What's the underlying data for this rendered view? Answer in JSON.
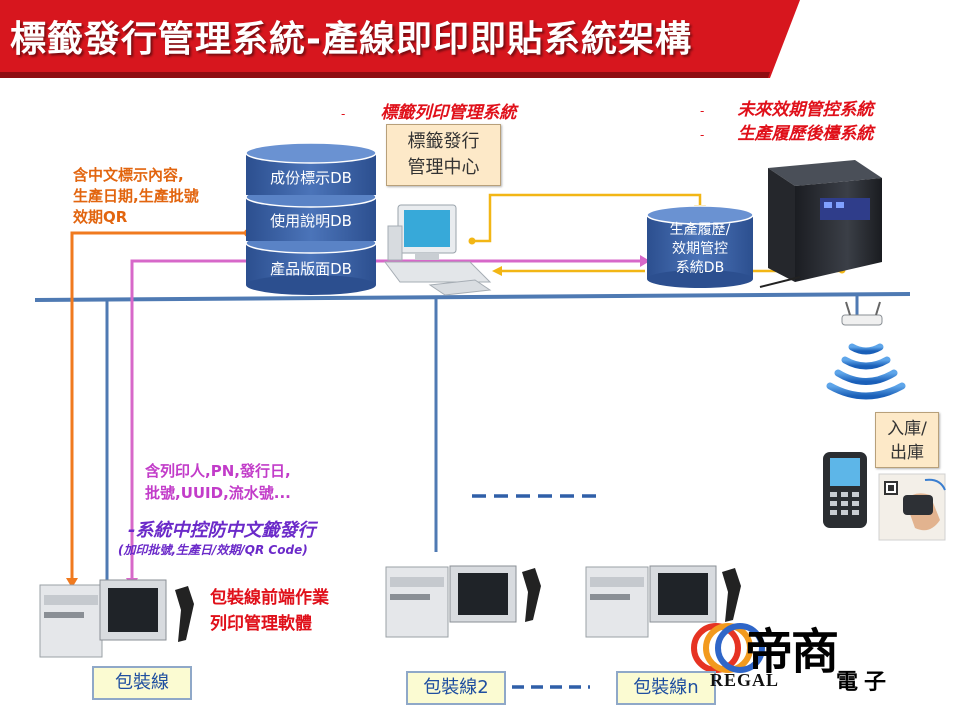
{
  "header": {
    "title": "標籤發行管理系統-產線即印即貼系統架構"
  },
  "systems": {
    "left": {
      "dash": "-",
      "label": "標籤列印管理系統"
    },
    "right": [
      {
        "dash": "-",
        "label": "未來效期管控系統"
      },
      {
        "dash": "-",
        "label": "生產履歷後檯系統"
      }
    ]
  },
  "center_box": {
    "line1": "標籤發行",
    "line2": "管理中心"
  },
  "databases": {
    "stack": [
      "成份標示DB",
      "使用說明DB",
      "產品版面DB"
    ],
    "trace": {
      "line1": "生產履歷/",
      "line2": "效期管控",
      "line3": "系統DB"
    }
  },
  "orange_note": {
    "line1": "含中文標示內容,",
    "line2": "生產日期,生產批號",
    "line3": "效期QR"
  },
  "pink_note": {
    "line1": "含列印人,PN,發行日,",
    "line2": "批號,UUID,流水號..."
  },
  "central_issue": {
    "title": "-系統中控防中文籤發行",
    "subtitle": "(加印批號,生產日/效期/QR Code)"
  },
  "packline_note": {
    "line1": "包裝線前端作業",
    "line2": "列印管理軟體"
  },
  "stock_box": {
    "line1": "入庫/",
    "line2": "出庫"
  },
  "lines": [
    "包裝線",
    "包裝線2",
    "包裝線n"
  ],
  "logo": {
    "brand": "REGAL",
    "chars": "帝商",
    "suffix": "電子"
  },
  "colors": {
    "header_red": "#d7161e",
    "network_blue": "#4f7ab3",
    "orange_flow": "#f07a1f",
    "pink_flow": "#d768c9",
    "yellow_flow": "#f2b615"
  }
}
